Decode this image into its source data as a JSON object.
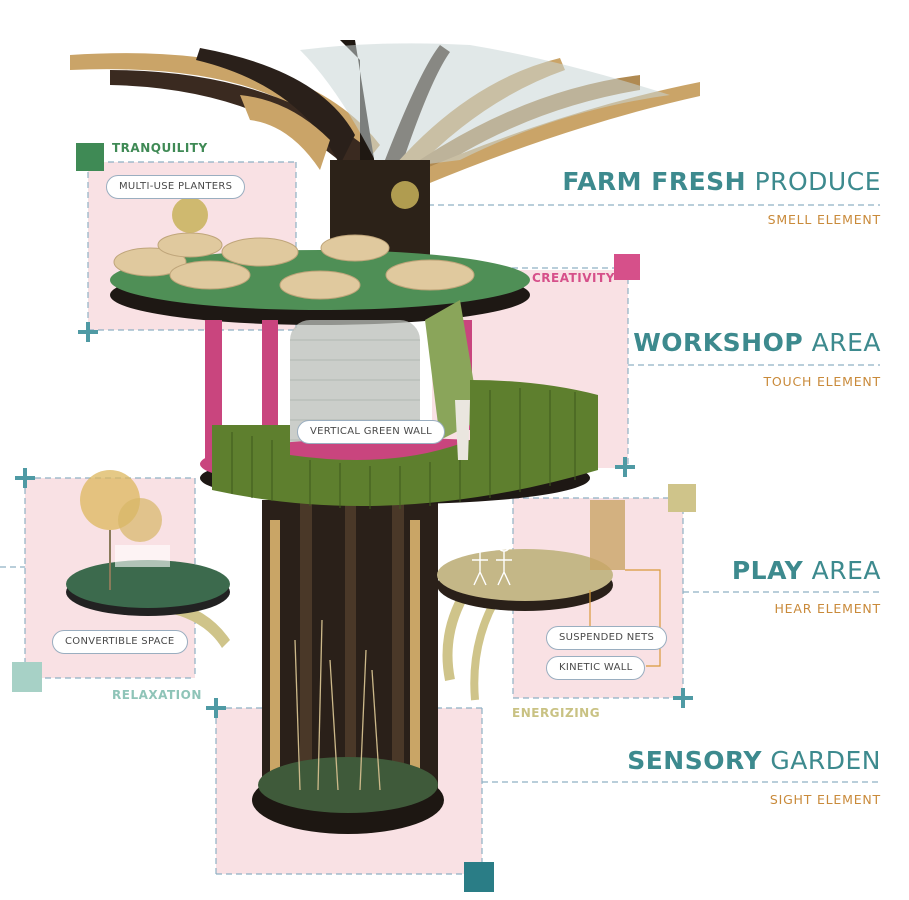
{
  "colors": {
    "teal": "#2f8a8f",
    "teal_dark": "#2a7d86",
    "green": "#3f8a55",
    "pink": "#d6508a",
    "olive": "#cfc48a",
    "mint": "#a7d1c6",
    "orange": "#c98a3a",
    "zone": "#f9e1e4"
  },
  "zones": {
    "tranquility": "TRANQUILITY",
    "creativity": "CREATIVITY",
    "relaxation": "RELAXATION",
    "energizing": "ENERGIZING"
  },
  "callouts": {
    "planters": "MULTI-USE PLANTERS",
    "green_wall": "VERTICAL GREEN WALL",
    "convertible": "CONVERTIBLE SPACE",
    "nets": "SUSPENDED NETS",
    "kinetic": "KINETIC WALL"
  },
  "headings": [
    {
      "bold": "FARM FRESH",
      "light": "PRODUCE",
      "sub": "SMELL ELEMENT"
    },
    {
      "bold": "WORKSHOP",
      "light": "AREA",
      "sub": "TOUCH ELEMENT"
    },
    {
      "bold": "PLAY",
      "light": "AREA",
      "sub": "HEAR ELEMENT"
    },
    {
      "bold": "SENSORY",
      "light": "GARDEN",
      "sub": "SIGHT ELEMENT"
    }
  ]
}
